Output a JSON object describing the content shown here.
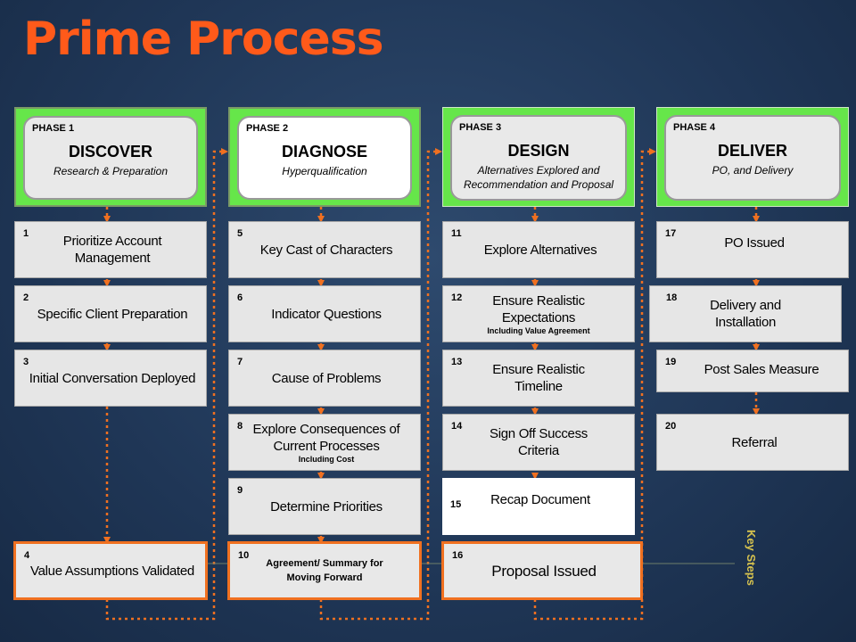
{
  "title": "Prime Process",
  "colors": {
    "accent": "#ff5a1a",
    "phase_fill": "#66e64a",
    "connector": "#f07020",
    "key_steps_label": "#d6c24e"
  },
  "phases": [
    {
      "tag": "PHASE 1",
      "name": "DISCOVER",
      "subtitle": "Research & Preparation"
    },
    {
      "tag": "PHASE 2",
      "name": "DIAGNOSE",
      "subtitle": "Hyperqualification"
    },
    {
      "tag": "PHASE 3",
      "name": "DESIGN",
      "subtitle": "Alternatives Explored and Recommendation and Proposal"
    },
    {
      "tag": "PHASE 4",
      "name": "DELIVER",
      "subtitle": "PO, and Delivery"
    }
  ],
  "steps": {
    "s1": {
      "num": "1",
      "label": "Prioritize Account Management"
    },
    "s2": {
      "num": "2",
      "label": "Specific Client Preparation"
    },
    "s3": {
      "num": "3",
      "label": "Initial Conversation Deployed"
    },
    "s4": {
      "num": "4",
      "label": "Value Assumptions Validated"
    },
    "s5": {
      "num": "5",
      "label": "Key Cast of Characters"
    },
    "s6": {
      "num": "6",
      "label": "Indicator Questions"
    },
    "s7": {
      "num": "7",
      "label": "Cause of Problems"
    },
    "s8": {
      "num": "8",
      "label": "Explore Consequences of Current Processes",
      "note": "Including Cost"
    },
    "s9": {
      "num": "9",
      "label": "Determine Priorities"
    },
    "s10": {
      "num": "10",
      "label": "Agreement/ Summary for Moving Forward"
    },
    "s11": {
      "num": "11",
      "label": "Explore Alternatives"
    },
    "s12": {
      "num": "12",
      "label": "Ensure Realistic Expectations",
      "note": "Including Value Agreement"
    },
    "s13": {
      "num": "13",
      "label": "Ensure Realistic Timeline"
    },
    "s14": {
      "num": "14",
      "label": "Sign Off Success Criteria"
    },
    "s15": {
      "num": "15",
      "label": "Recap Document"
    },
    "s16": {
      "num": "16",
      "label": "Proposal Issued"
    },
    "s17": {
      "num": "17",
      "label": "PO Issued"
    },
    "s18": {
      "num": "18",
      "label": "Delivery and Installation"
    },
    "s19": {
      "num": "19",
      "label": "Post Sales Measure"
    },
    "s20": {
      "num": "20",
      "label": "Referral"
    }
  },
  "key_steps_label": "Key Steps"
}
